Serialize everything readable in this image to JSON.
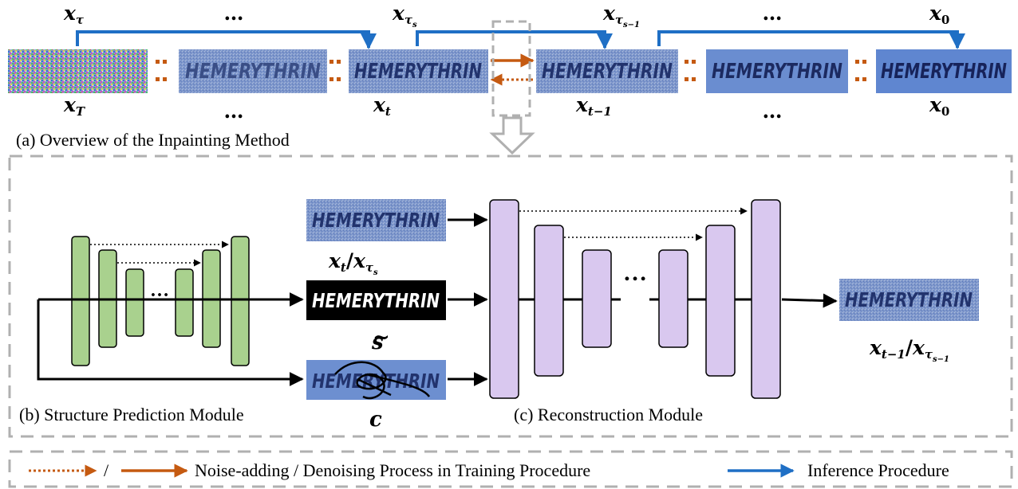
{
  "top_row": {
    "frame_text": "HEMERYTHRIN",
    "labels_above": [
      "x",
      "…",
      "x",
      "x",
      "…",
      "x"
    ],
    "labels_above_sub": [
      "τ",
      "",
      "τ",
      "τ",
      "",
      "0"
    ],
    "labels_above_subsub": [
      "",
      "",
      "s",
      "s−1",
      "",
      ""
    ],
    "labels_below": [
      "x",
      "…",
      "x",
      "x",
      "…",
      "x"
    ],
    "labels_below_sub": [
      "T",
      "",
      "t",
      "t−1",
      "",
      "0"
    ]
  },
  "captions": {
    "overview": "(a) Overview of the Inpainting Method",
    "structure": "(b) Structure Prediction Module",
    "reconstruction": "(c) Reconstruction Module"
  },
  "modules": {
    "input_text": "HEMERYTHRIN",
    "structure_text": "HEMERYTHRIN",
    "mask_text": "HEMERYTHRIN",
    "output_text": "HEMERYTHRIN",
    "input_label_a": "x",
    "input_label_a_sub": "t",
    "input_label_sep": "/",
    "input_label_b": "x",
    "input_label_b_sub": "τ",
    "input_label_b_subsub": "s",
    "structure_label": "s",
    "structure_label_accent": "~",
    "mask_label": "c",
    "output_label_a": "x",
    "output_label_a_sub": "t−1",
    "output_label_sep": "/",
    "output_label_b": "x",
    "output_label_b_sub": "τ",
    "output_label_b_subsub": "s−1",
    "ellipsis_green": "…",
    "ellipsis_purple": "…"
  },
  "legend": {
    "slash": "/",
    "noise_denoise": "Noise-adding / Denoising Process in Training Procedure",
    "inference": "Inference Procedure"
  },
  "colors": {
    "inference_arrow": "#1f6fc5",
    "training_arrow": "#c55a11",
    "green_block": "#a9d18e",
    "purple_block": "#d9c8ef",
    "dash_box": "#b0b0b0",
    "noise_bg": "#6f8fcf",
    "clean_bg": "#5f86d0"
  }
}
